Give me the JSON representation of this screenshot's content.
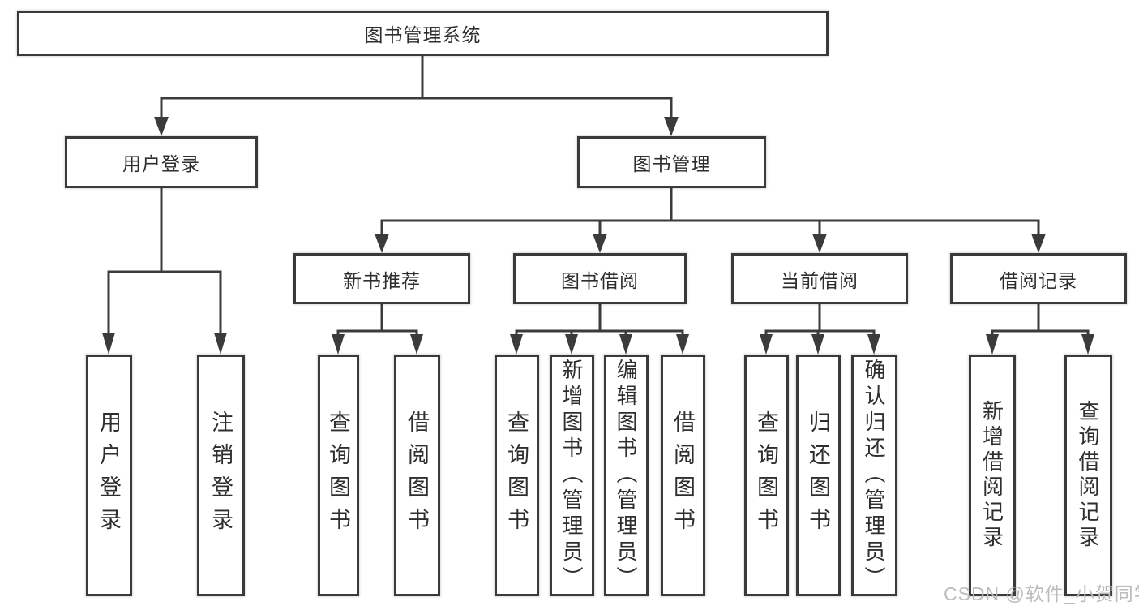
{
  "diagram": {
    "root": {
      "label": "图书管理系统"
    },
    "user_login": {
      "label": "用户登录",
      "children": [
        {
          "label": "用户登录"
        },
        {
          "label": "注销登录"
        }
      ]
    },
    "book_mgmt": {
      "label": "图书管理",
      "groups": [
        {
          "label": "新书推荐",
          "children": [
            {
              "label": "查询图书"
            },
            {
              "label": "借阅图书"
            }
          ]
        },
        {
          "label": "图书借阅",
          "children": [
            {
              "label": "查询图书"
            },
            {
              "label": "新增图书（管理员）"
            },
            {
              "label": "编辑图书（管理员）"
            },
            {
              "label": "借阅图书"
            }
          ]
        },
        {
          "label": "当前借阅",
          "children": [
            {
              "label": "查询图书"
            },
            {
              "label": "归还图书"
            },
            {
              "label": "确认归还（管理员）"
            }
          ]
        },
        {
          "label": "借阅记录",
          "children": [
            {
              "label": "新增借阅记录"
            },
            {
              "label": "查询借阅记录"
            }
          ]
        }
      ]
    }
  },
  "watermark": {
    "text": "CSDN @软件_小贺同学"
  },
  "colors": {
    "line": "#3b3b3b",
    "border": "#3a3a3a",
    "text": "#2e2e2e",
    "watermark": "#bcbcbc",
    "background": "#ffffff"
  }
}
